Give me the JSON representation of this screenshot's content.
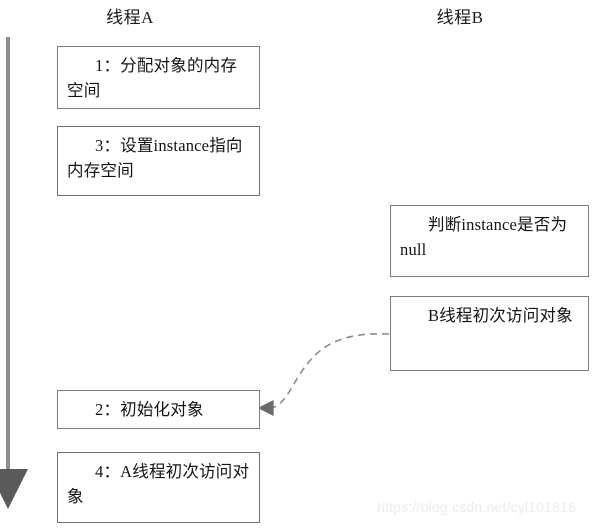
{
  "diagram": {
    "title_a": "线程A",
    "title_b": "线程B",
    "boxes_thread_a": [
      {
        "id": "a1",
        "text": "1：分配对象的内存空间"
      },
      {
        "id": "a2",
        "text": "3：设置instance指向内存空间"
      },
      {
        "id": "a3",
        "text": "2：初始化对象"
      },
      {
        "id": "a4",
        "text": "4：A线程初次访问对象"
      }
    ],
    "boxes_thread_b": [
      {
        "id": "b1",
        "text": "判断instance是否为null"
      },
      {
        "id": "b2",
        "text": "B线程初次访问对象"
      }
    ],
    "connector": {
      "name": "dashed-curve-arrow",
      "from": "B线程初次访问对象",
      "to": "2：初始化对象",
      "style": "dashed"
    },
    "timeline": {
      "name": "time-axis-arrow",
      "direction": "downward"
    },
    "colors": {
      "box_border": "#7d7d7d",
      "text": "#141414",
      "timeline": "#8c8c8c",
      "connector": "#8c8c8c",
      "watermark": "#ececed",
      "background": "#ffffff"
    }
  },
  "watermark": {
    "text": "https://blog.csdn.net/cyl101816"
  }
}
